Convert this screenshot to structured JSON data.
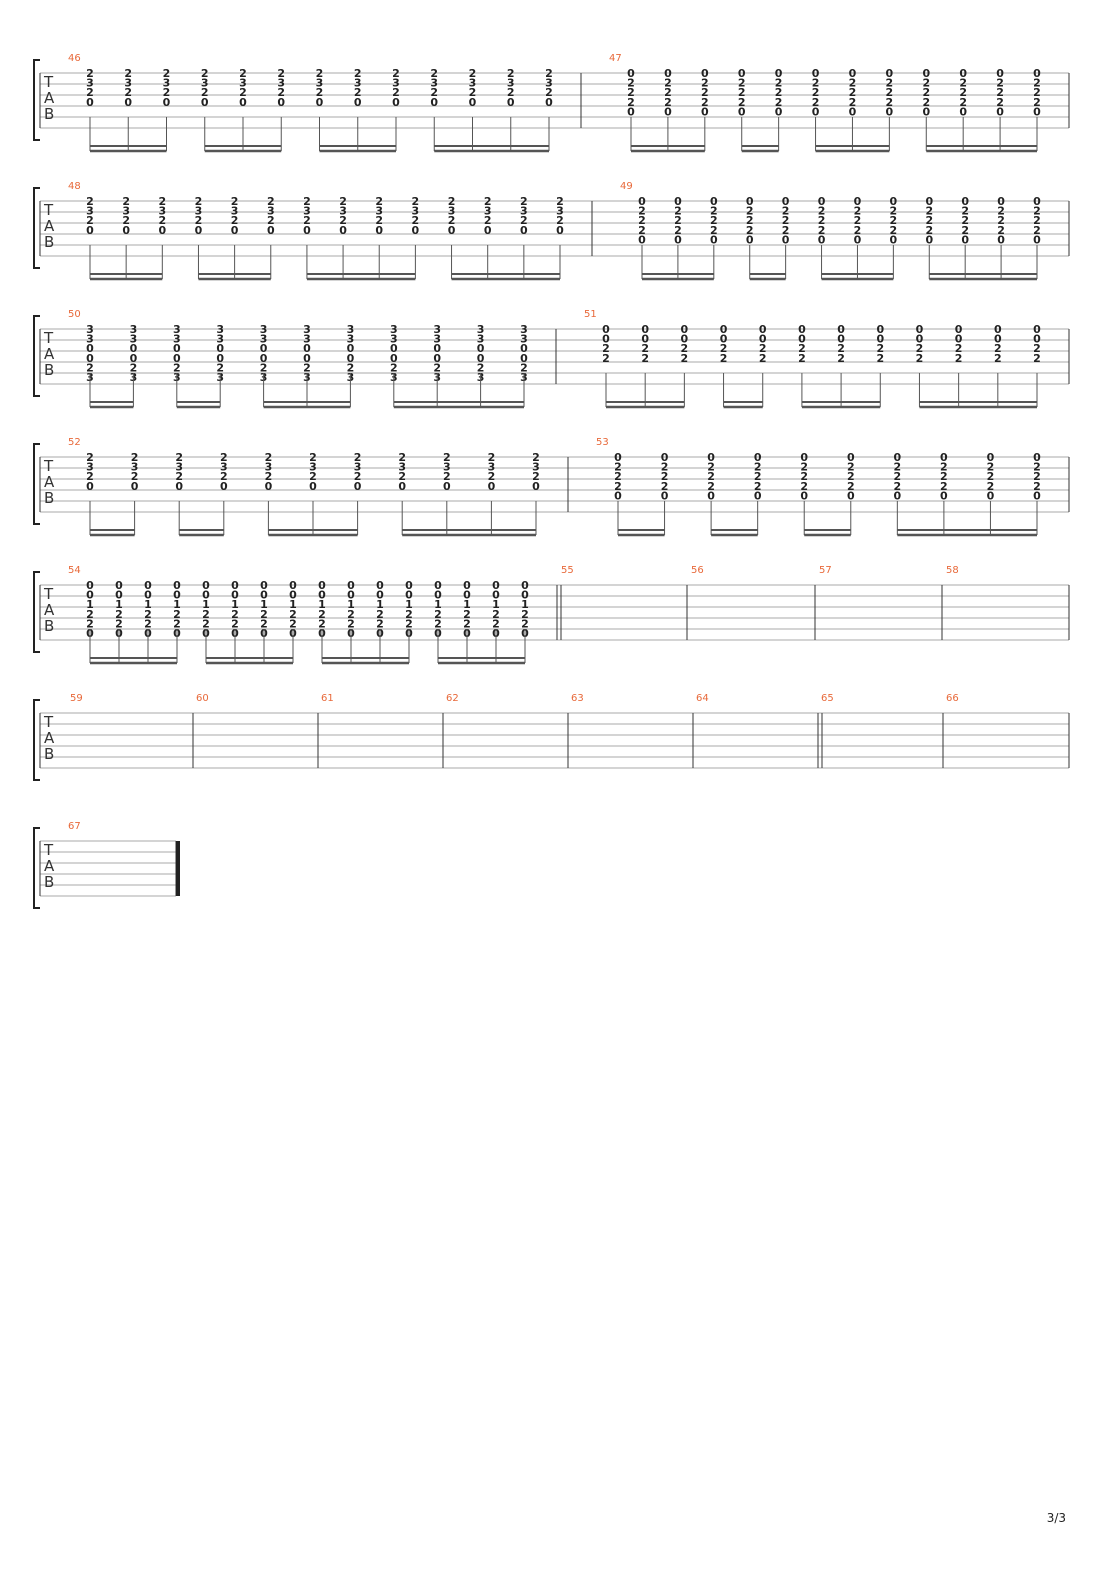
{
  "page": {
    "number": "3/3"
  },
  "tab_letters": [
    "T",
    "A",
    "B"
  ],
  "systems": [
    {
      "measures": [
        {
          "number": "46",
          "chords": [
            [
              "2",
              "3",
              "2",
              "0"
            ],
            [
              "2",
              "3",
              "2",
              "0"
            ],
            [
              "2",
              "3",
              "2",
              "0"
            ],
            [
              "2",
              "3",
              "2",
              "0"
            ],
            [
              "2",
              "3",
              "2",
              "0"
            ],
            [
              "2",
              "3",
              "2",
              "0"
            ],
            [
              "2",
              "3",
              "2",
              "0"
            ],
            [
              "2",
              "3",
              "2",
              "0"
            ],
            [
              "2",
              "3",
              "2",
              "0"
            ],
            [
              "2",
              "3",
              "2",
              "0"
            ],
            [
              "2",
              "3",
              "2",
              "0"
            ],
            [
              "2",
              "3",
              "2",
              "0"
            ],
            [
              "2",
              "3",
              "2",
              "0"
            ]
          ]
        },
        {
          "number": "47",
          "chords": [
            [
              "0",
              "2",
              "2",
              "2",
              "0"
            ],
            [
              "0",
              "2",
              "2",
              "2",
              "0"
            ],
            [
              "0",
              "2",
              "2",
              "2",
              "0"
            ],
            [
              "0",
              "2",
              "2",
              "2",
              "0"
            ],
            [
              "0",
              "2",
              "2",
              "2",
              "0"
            ],
            [
              "0",
              "2",
              "2",
              "2",
              "0"
            ],
            [
              "0",
              "2",
              "2",
              "2",
              "0"
            ],
            [
              "0",
              "2",
              "2",
              "2",
              "0"
            ],
            [
              "0",
              "2",
              "2",
              "2",
              "0"
            ],
            [
              "0",
              "2",
              "2",
              "2",
              "0"
            ],
            [
              "0",
              "2",
              "2",
              "2",
              "0"
            ],
            [
              "0",
              "2",
              "2",
              "2",
              "0"
            ]
          ]
        }
      ]
    },
    {
      "measures": [
        {
          "number": "48",
          "chords": [
            [
              "2",
              "3",
              "2",
              "0"
            ],
            [
              "2",
              "3",
              "2",
              "0"
            ],
            [
              "2",
              "3",
              "2",
              "0"
            ],
            [
              "2",
              "3",
              "2",
              "0"
            ],
            [
              "2",
              "3",
              "2",
              "0"
            ],
            [
              "2",
              "3",
              "2",
              "0"
            ],
            [
              "2",
              "3",
              "2",
              "0"
            ],
            [
              "2",
              "3",
              "2",
              "0"
            ],
            [
              "2",
              "3",
              "2",
              "0"
            ],
            [
              "2",
              "3",
              "2",
              "0"
            ],
            [
              "2",
              "3",
              "2",
              "0"
            ],
            [
              "2",
              "3",
              "2",
              "0"
            ],
            [
              "2",
              "3",
              "2",
              "0"
            ],
            [
              "2",
              "3",
              "2",
              "0"
            ]
          ]
        },
        {
          "number": "49",
          "chords": [
            [
              "0",
              "2",
              "2",
              "2",
              "0"
            ],
            [
              "0",
              "2",
              "2",
              "2",
              "0"
            ],
            [
              "0",
              "2",
              "2",
              "2",
              "0"
            ],
            [
              "0",
              "2",
              "2",
              "2",
              "0"
            ],
            [
              "0",
              "2",
              "2",
              "2",
              "0"
            ],
            [
              "0",
              "2",
              "2",
              "2",
              "0"
            ],
            [
              "0",
              "2",
              "2",
              "2",
              "0"
            ],
            [
              "0",
              "2",
              "2",
              "2",
              "0"
            ],
            [
              "0",
              "2",
              "2",
              "2",
              "0"
            ],
            [
              "0",
              "2",
              "2",
              "2",
              "0"
            ],
            [
              "0",
              "2",
              "2",
              "2",
              "0"
            ],
            [
              "0",
              "2",
              "2",
              "2",
              "0"
            ]
          ]
        }
      ]
    },
    {
      "measures": [
        {
          "number": "50",
          "chords": [
            [
              "3",
              "3",
              "0",
              "0",
              "2",
              "3"
            ],
            [
              "3",
              "3",
              "0",
              "0",
              "2",
              "3"
            ],
            [
              "3",
              "3",
              "0",
              "0",
              "2",
              "3"
            ],
            [
              "3",
              "3",
              "0",
              "0",
              "2",
              "3"
            ],
            [
              "3",
              "3",
              "0",
              "0",
              "2",
              "3"
            ],
            [
              "3",
              "3",
              "0",
              "0",
              "2",
              "3"
            ],
            [
              "3",
              "3",
              "0",
              "0",
              "2",
              "3"
            ],
            [
              "3",
              "3",
              "0",
              "0",
              "2",
              "3"
            ],
            [
              "3",
              "3",
              "0",
              "0",
              "2",
              "3"
            ],
            [
              "3",
              "3",
              "0",
              "0",
              "2",
              "3"
            ],
            [
              "3",
              "3",
              "0",
              "0",
              "2",
              "3"
            ]
          ]
        },
        {
          "number": "51",
          "chords": [
            [
              "0",
              "0",
              "2",
              "2"
            ],
            [
              "0",
              "0",
              "2",
              "2"
            ],
            [
              "0",
              "0",
              "2",
              "2"
            ],
            [
              "0",
              "0",
              "2",
              "2"
            ],
            [
              "0",
              "0",
              "2",
              "2"
            ],
            [
              "0",
              "0",
              "2",
              "2"
            ],
            [
              "0",
              "0",
              "2",
              "2"
            ],
            [
              "0",
              "0",
              "2",
              "2"
            ],
            [
              "0",
              "0",
              "2",
              "2"
            ],
            [
              "0",
              "0",
              "2",
              "2"
            ],
            [
              "0",
              "0",
              "2",
              "2"
            ],
            [
              "0",
              "0",
              "2",
              "2"
            ]
          ]
        }
      ]
    },
    {
      "measures": [
        {
          "number": "52",
          "chords": [
            [
              "2",
              "3",
              "2",
              "0"
            ],
            [
              "2",
              "3",
              "2",
              "0"
            ],
            [
              "2",
              "3",
              "2",
              "0"
            ],
            [
              "2",
              "3",
              "2",
              "0"
            ],
            [
              "2",
              "3",
              "2",
              "0"
            ],
            [
              "2",
              "3",
              "2",
              "0"
            ],
            [
              "2",
              "3",
              "2",
              "0"
            ],
            [
              "2",
              "3",
              "2",
              "0"
            ],
            [
              "2",
              "3",
              "2",
              "0"
            ],
            [
              "2",
              "3",
              "2",
              "0"
            ],
            [
              "2",
              "3",
              "2",
              "0"
            ]
          ]
        },
        {
          "number": "53",
          "chords": [
            [
              "0",
              "2",
              "2",
              "2",
              "0"
            ],
            [
              "0",
              "2",
              "2",
              "2",
              "0"
            ],
            [
              "0",
              "2",
              "2",
              "2",
              "0"
            ],
            [
              "0",
              "2",
              "2",
              "2",
              "0"
            ],
            [
              "0",
              "2",
              "2",
              "2",
              "0"
            ],
            [
              "0",
              "2",
              "2",
              "2",
              "0"
            ],
            [
              "0",
              "2",
              "2",
              "2",
              "0"
            ],
            [
              "0",
              "2",
              "2",
              "2",
              "0"
            ],
            [
              "0",
              "2",
              "2",
              "2",
              "0"
            ],
            [
              "0",
              "2",
              "2",
              "2",
              "0"
            ]
          ]
        }
      ]
    },
    {
      "measures": [
        {
          "number": "54",
          "chords": [
            [
              "0",
              "0",
              "1",
              "2",
              "2",
              "0"
            ],
            [
              "0",
              "0",
              "1",
              "2",
              "2",
              "0"
            ],
            [
              "0",
              "0",
              "1",
              "2",
              "2",
              "0"
            ],
            [
              "0",
              "0",
              "1",
              "2",
              "2",
              "0"
            ],
            [
              "0",
              "0",
              "1",
              "2",
              "2",
              "0"
            ],
            [
              "0",
              "0",
              "1",
              "2",
              "2",
              "0"
            ],
            [
              "0",
              "0",
              "1",
              "2",
              "2",
              "0"
            ],
            [
              "0",
              "0",
              "1",
              "2",
              "2",
              "0"
            ],
            [
              "0",
              "0",
              "1",
              "2",
              "2",
              "0"
            ],
            [
              "0",
              "0",
              "1",
              "2",
              "2",
              "0"
            ],
            [
              "0",
              "0",
              "1",
              "2",
              "2",
              "0"
            ],
            [
              "0",
              "0",
              "1",
              "2",
              "2",
              "0"
            ],
            [
              "0",
              "0",
              "1",
              "2",
              "2",
              "0"
            ],
            [
              "0",
              "0",
              "1",
              "2",
              "2",
              "0"
            ],
            [
              "0",
              "0",
              "1",
              "2",
              "2",
              "0"
            ],
            [
              "0",
              "0",
              "1",
              "2",
              "2",
              "0"
            ]
          ]
        },
        {
          "number": "55",
          "chords": []
        },
        {
          "number": "56",
          "chords": []
        },
        {
          "number": "57",
          "chords": []
        },
        {
          "number": "58",
          "chords": []
        }
      ]
    },
    {
      "measures": [
        {
          "number": "59",
          "chords": []
        },
        {
          "number": "60",
          "chords": []
        },
        {
          "number": "61",
          "chords": []
        },
        {
          "number": "62",
          "chords": []
        },
        {
          "number": "63",
          "chords": []
        },
        {
          "number": "64",
          "chords": []
        },
        {
          "number": "65",
          "chords": []
        },
        {
          "number": "66",
          "chords": []
        }
      ]
    },
    {
      "measures": [
        {
          "number": "67",
          "chords": []
        }
      ]
    }
  ]
}
